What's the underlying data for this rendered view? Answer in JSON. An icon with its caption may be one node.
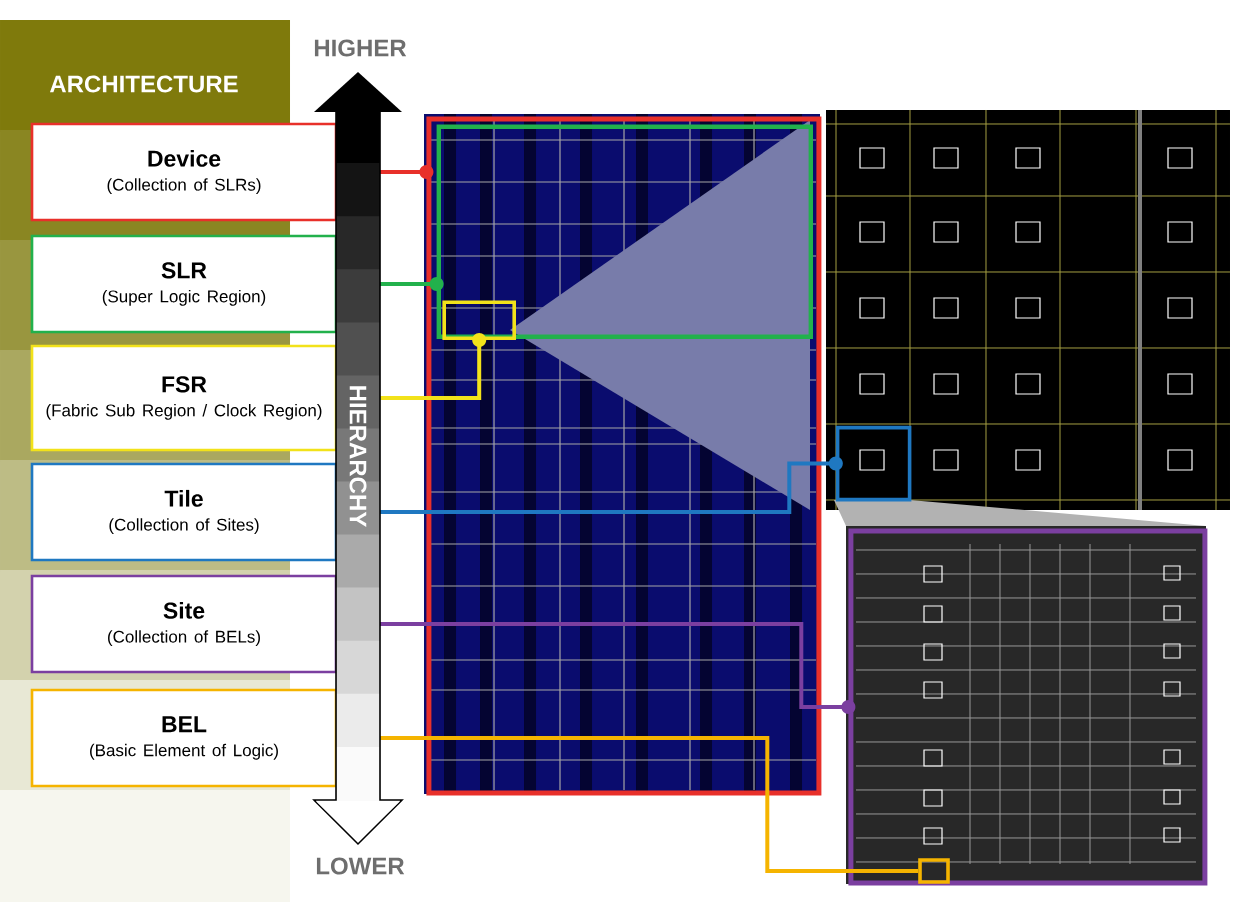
{
  "diagram": {
    "title": "ARCHITECTURE",
    "nodes": [
      {
        "text": [
          "Device",
          "(Collection of SLRs)"
        ]
      },
      {
        "text": [
          "SLR",
          "(Super Logic Region)"
        ]
      },
      {
        "text": [
          "FSR",
          "(Fabric Sub Region / Clock Region)"
        ]
      },
      {
        "text": [
          "Tile",
          "(Collection of Sites)"
        ]
      },
      {
        "text": [
          "Site",
          "(Collection of BELs)"
        ]
      },
      {
        "text": [
          "BEL",
          "(Basic Element of Logic)"
        ]
      },
      {
        "text": [],
        "shape": "box"
      },
      {
        "text": [],
        "shape": "box",
        "in": 6
      },
      {
        "text": [],
        "shape": "box",
        "in": 7
      },
      {
        "text": [],
        "shape": "box"
      },
      {
        "text": [],
        "shape": "box"
      },
      {
        "text": [],
        "shape": "box",
        "in": 10
      }
    ],
    "edges": [
      {
        "from": 0,
        "to": 6,
        "arrow": "other",
        "color": "#e8302a"
      },
      {
        "from": 1,
        "to": 7,
        "arrow": "other",
        "color": "#22b14c"
      },
      {
        "from": 2,
        "to": 8,
        "arrow": "other",
        "color": "#f2e21a"
      },
      {
        "from": 3,
        "to": 9,
        "arrow": "other",
        "color": "#1f78c1"
      },
      {
        "from": 4,
        "to": 10,
        "arrow": "other",
        "color": "#7b3fa0"
      },
      {
        "from": 5,
        "to": 11,
        "arrow": "none",
        "color": "#f5b400"
      }
    ],
    "labels": [
      "HIGHER",
      "HIERARCHY",
      "LOWER"
    ]
  }
}
